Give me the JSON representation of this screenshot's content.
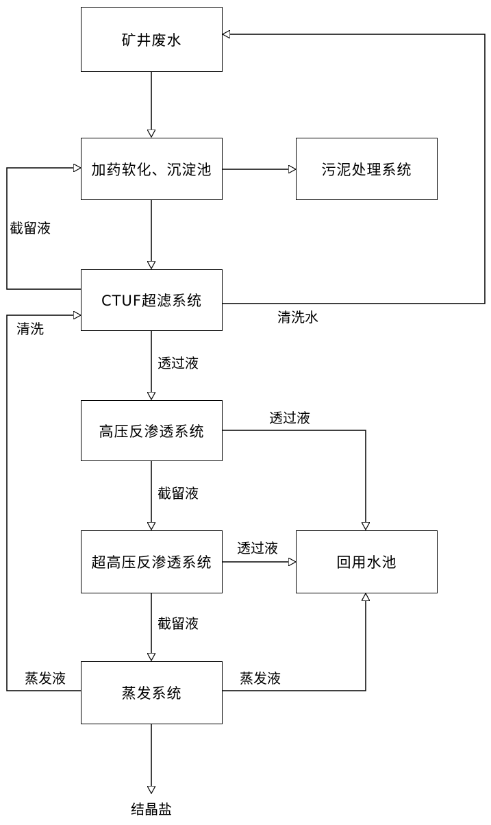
{
  "boxes": {
    "mine_water": "矿井废水",
    "softening": "加药软化、沉淀池",
    "sludge": "污泥处理系统",
    "ctuf": "CTUF超滤系统",
    "hpro": "高压反渗透系统",
    "uhpro": "超高压反渗透系统",
    "reuse_pool": "回用水池",
    "evaporation": "蒸发系统"
  },
  "labels": {
    "retentate_left": "截留液",
    "cleaning": "清洗",
    "cleaning_water": "清洗水",
    "permeate_1": "透过液",
    "permeate_2": "透过液",
    "retentate_2": "截留液",
    "permeate_3": "透过液",
    "retentate_3": "截留液",
    "evap_liquid_left": "蒸发液",
    "evap_liquid_right": "蒸发液",
    "crystal_salt": "结晶盐"
  }
}
